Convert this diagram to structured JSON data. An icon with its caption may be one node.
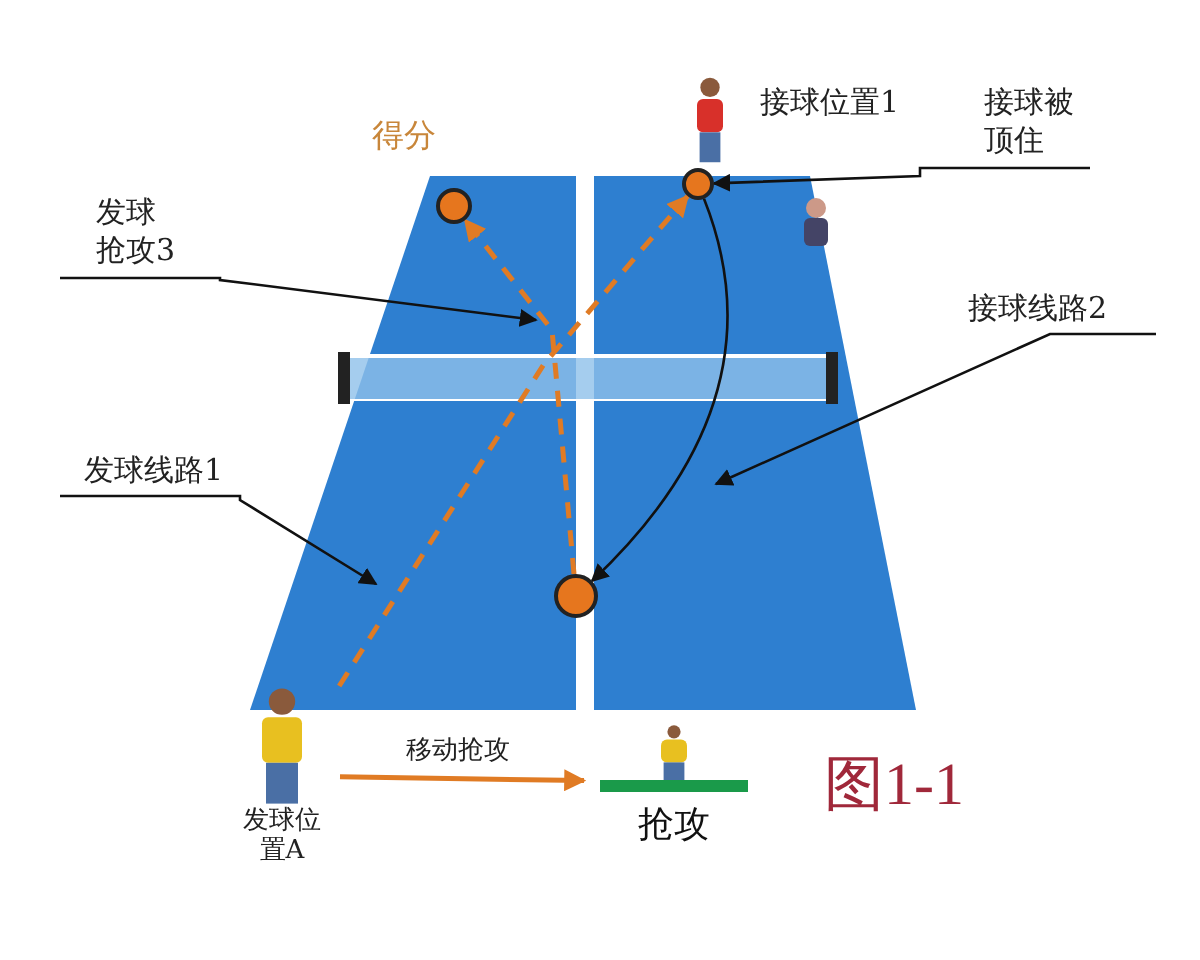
{
  "diagram": {
    "nodes": [
      {
        "text": [
          "发球抢攻3"
        ]
      },
      {
        "text": [
          "接球被顶住"
        ]
      },
      {
        "text": [
          "接球线路2"
        ]
      },
      {
        "text": [
          "发球线路1"
        ]
      },
      {
        "text": [
          "发球位置A"
        ]
      },
      {
        "text": [
          "抢攻"
        ]
      },
      {
        "text": [
          "接球位置1"
        ]
      },
      {
        "text": [],
        "shape": "circle"
      },
      {
        "text": [],
        "shape": "circle"
      },
      {
        "text": [],
        "shape": "circle"
      }
    ],
    "edges": [
      {
        "from": 4,
        "to": 8,
        "arrow": "to",
        "style": "dashed",
        "color": "#e07b24"
      },
      {
        "from": 8,
        "to": 9,
        "arrow": "to"
      },
      {
        "from": 9,
        "to": 7,
        "arrow": "to",
        "style": "dashed",
        "color": "#e07b24"
      },
      {
        "from": 4,
        "to": 5,
        "arrow": "to",
        "label": "移动抢攻",
        "color": "#e07b24"
      },
      {
        "from": 0,
        "to": null,
        "arrow": "to"
      },
      {
        "from": 3,
        "to": null,
        "arrow": "to"
      },
      {
        "from": 2,
        "to": null,
        "arrow": "to"
      },
      {
        "from": 1,
        "to": 8,
        "arrow": "to"
      }
    ],
    "labels": [
      "得分",
      "图1-1"
    ]
  }
}
